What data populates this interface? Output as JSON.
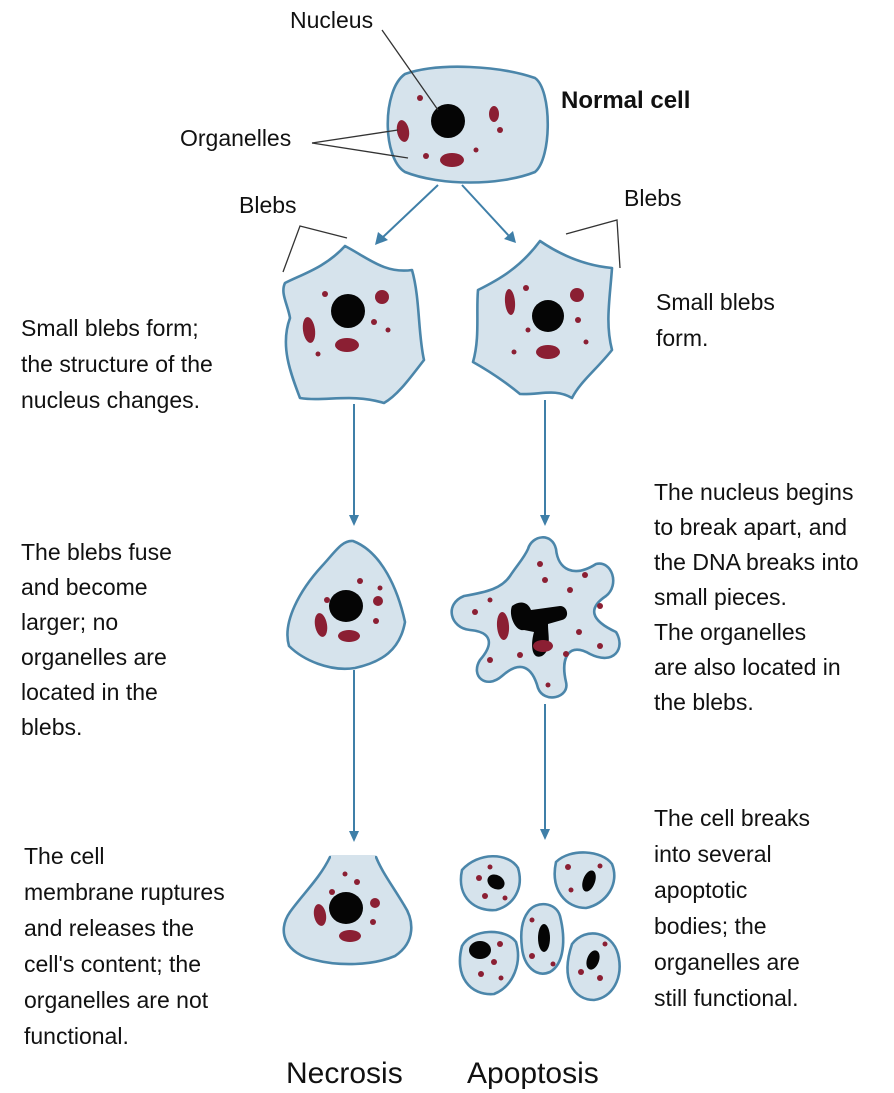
{
  "labels": {
    "nucleus": "Nucleus",
    "normal_cell": "Normal cell",
    "organelles": "Organelles",
    "blebs_left": "Blebs",
    "blebs_right": "Blebs",
    "necrosis": "Necrosis",
    "apoptosis": "Apoptosis"
  },
  "necrosis_steps": [
    {
      "lines": [
        "Small blebs form;",
        "the structure of the",
        "nucleus changes."
      ]
    },
    {
      "lines": [
        "The blebs fuse",
        "and become",
        "larger; no",
        "organelles are",
        "located in the",
        "blebs."
      ]
    },
    {
      "lines": [
        "The cell",
        "membrane ruptures",
        "and releases the",
        "cell's content; the",
        "organelles are not",
        "functional."
      ]
    }
  ],
  "apoptosis_steps": [
    {
      "lines": [
        "Small blebs",
        "form."
      ]
    },
    {
      "lines": [
        "The nucleus begins",
        "to break apart, and",
        "the DNA breaks into",
        "small pieces.",
        "The organelles",
        "are also located in",
        "the blebs."
      ]
    },
    {
      "lines": [
        "The cell breaks",
        "into several",
        "apoptotic",
        "bodies; the",
        "organelles are",
        "still functional."
      ]
    }
  ],
  "colors": {
    "cytoplasm": "#d6e3ec",
    "membrane": "#4b86aa",
    "organelle": "#8b1f33",
    "nucleus": "#050505",
    "arrow": "#3f7fa8"
  }
}
